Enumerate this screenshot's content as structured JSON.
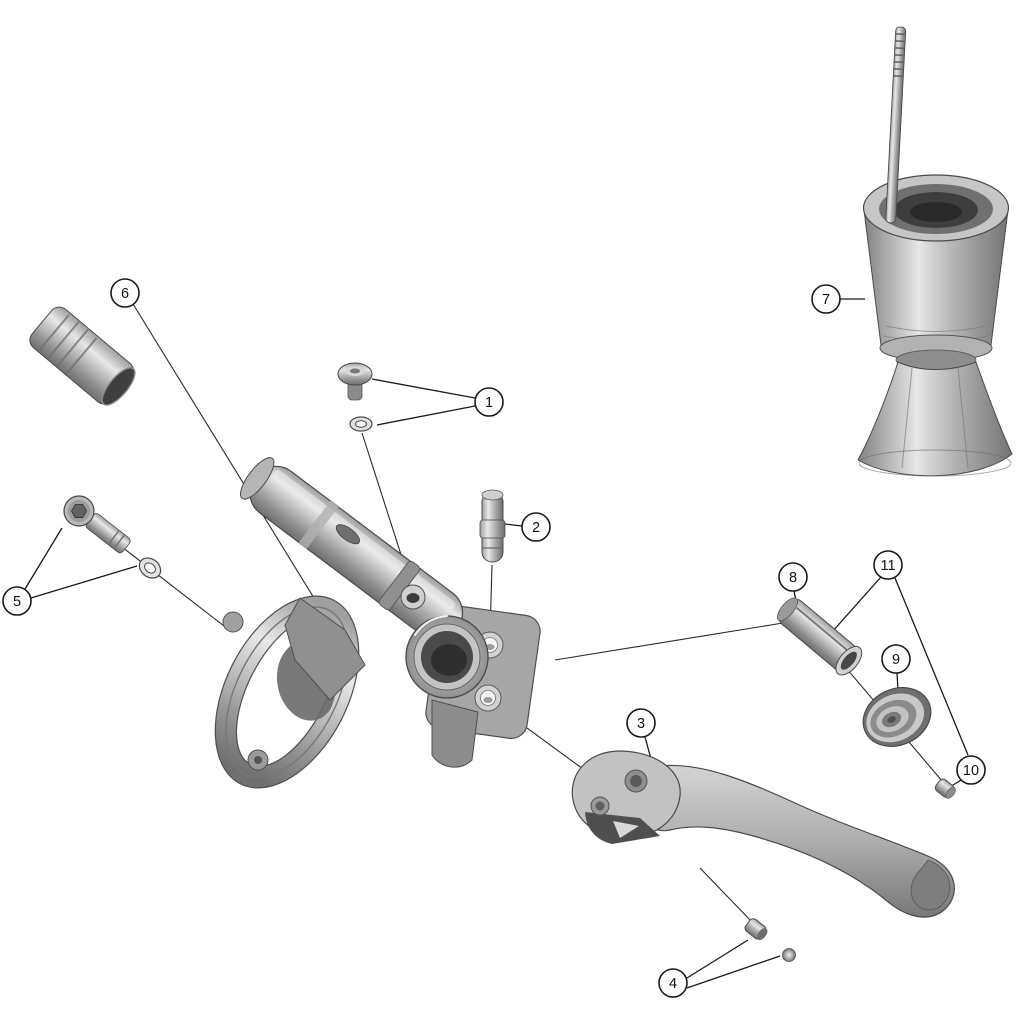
{
  "colors": {
    "background": "#ffffff",
    "line": "#1a1a1a"
  },
  "diagram": {
    "callouts": [
      "1",
      "2",
      "3",
      "4",
      "5",
      "6",
      "7",
      "8",
      "9",
      "10",
      "11"
    ]
  }
}
